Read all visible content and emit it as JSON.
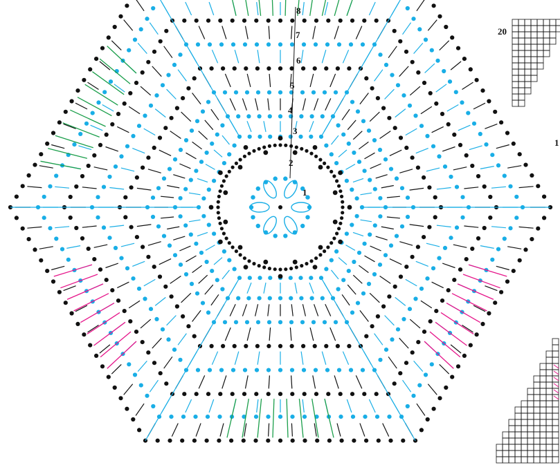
{
  "diagram": {
    "type": "crochet-hexagon-chart",
    "colors": {
      "black": "#111111",
      "blue": "#19aee6",
      "green": "#1a9e4a",
      "magenta": "#e6158a"
    },
    "round_labels": [
      "1",
      "2",
      "3",
      "4",
      "5",
      "6",
      "7",
      "8"
    ],
    "grid_labels": {
      "top": "20",
      "middle": "1"
    },
    "symbols": [
      "chain-stitch",
      "slip-stitch",
      "double-crochet",
      "puff-stitch",
      "v-stitch"
    ]
  }
}
